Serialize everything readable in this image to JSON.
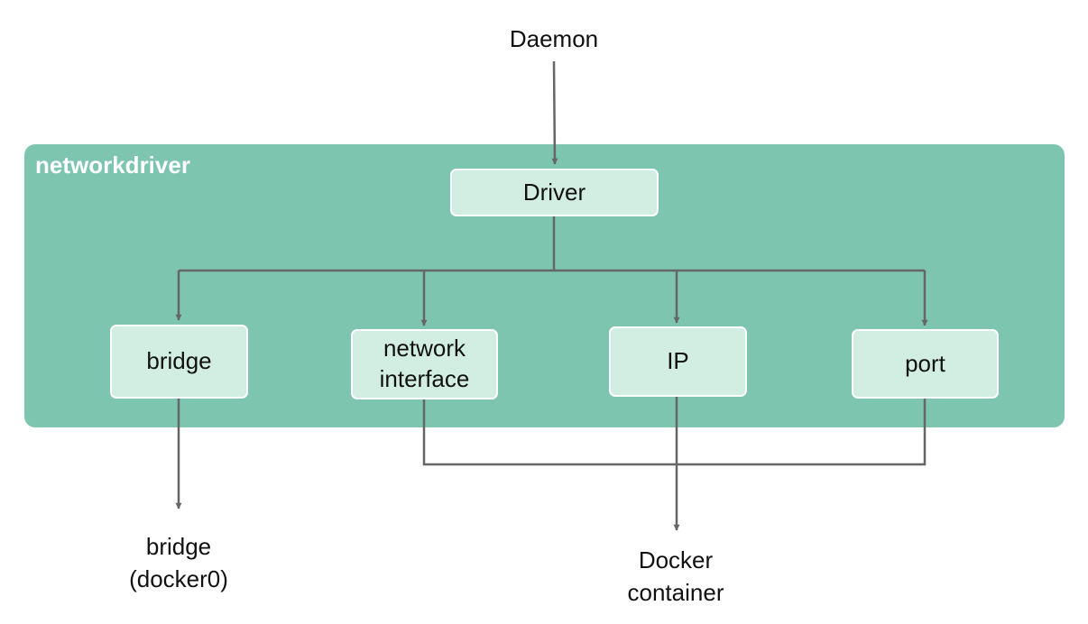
{
  "colors": {
    "group_fill": "#7dc5ae",
    "node_fill": "#d2ede2",
    "node_border": "#ffffff",
    "edge": "#666666",
    "group_title": "#ffffff"
  },
  "diagram": {
    "group_title": "networkdriver",
    "top_label": "Daemon",
    "nodes": {
      "driver": "Driver",
      "bridge": "bridge",
      "network_interface": "network\ninterface",
      "ip": "IP",
      "port": "port"
    },
    "outputs": {
      "bridge_docker0": "bridge\n(docker0)",
      "docker_container": "Docker\ncontainer"
    }
  }
}
